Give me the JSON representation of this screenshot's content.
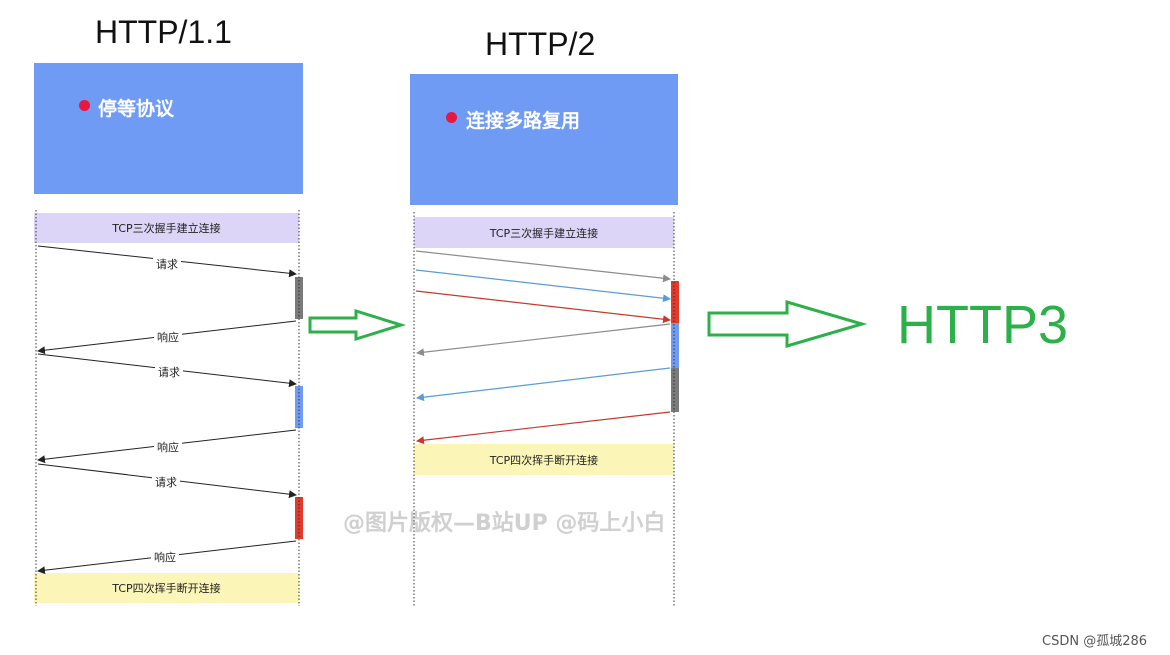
{
  "left": {
    "title": "HTTP/1.1",
    "feature": "停等协议",
    "handshake": "TCP三次握手建立连接",
    "teardown": "TCP四次挥手断开连接",
    "messages": [
      "请求",
      "响应",
      "请求",
      "响应",
      "请求",
      "响应"
    ]
  },
  "middle": {
    "title": "HTTP/2",
    "feature": "连接多路复用",
    "handshake": "TCP三次握手建立连接",
    "teardown": "TCP四次挥手断开连接"
  },
  "right": {
    "title": "HTTP3"
  },
  "watermark": "@图片版权—B站UP @码上小白",
  "credit": "CSDN @孤城286",
  "colors": {
    "box_blue": "#6f9bf5",
    "dot_red": "#e8173f",
    "handshake_purple": "#dcd5f7",
    "teardown_yellow": "#fbf6b8",
    "bar_gray": "#7a7a7a",
    "bar_blue": "#6f9bf5",
    "bar_red": "#e33a2c",
    "arrow_green": "#2bb04a",
    "stream_gray": "#8c8c8c",
    "stream_blue": "#5a9bd8",
    "stream_red": "#c8382c"
  }
}
